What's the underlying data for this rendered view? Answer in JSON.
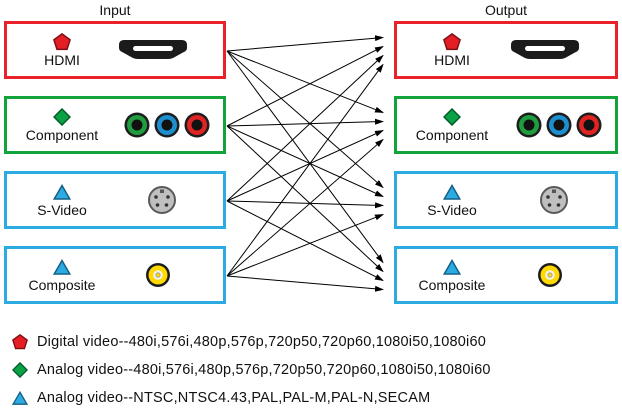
{
  "headers": {
    "input": "Input",
    "output": "Output"
  },
  "ports": [
    {
      "id": "hdmi",
      "label": "HDMI",
      "marker": "pentagon-icon",
      "border_color": "#e8212a"
    },
    {
      "id": "component",
      "label": "Component",
      "marker": "diamond-icon",
      "border_color": "#12a33b"
    },
    {
      "id": "svideo",
      "label": "S-Video",
      "marker": "triangle-icon",
      "border_color": "#2babe2"
    },
    {
      "id": "composite",
      "label": "Composite",
      "marker": "triangle-icon",
      "border_color": "#2babe2"
    }
  ],
  "diagram": {
    "inputs": 4,
    "outputs": 4,
    "connection": "every input routes to every output"
  },
  "legend": [
    {
      "marker": "pentagon-icon",
      "color": "#e31e24",
      "text": "Digital video--480i,576i,480p,576p,720p50,720p60,1080i50,1080i60"
    },
    {
      "marker": "diamond-icon",
      "color": "#0aa147",
      "text": "Analog video--480i,576i,480p,576p,720p50,720p60,1080i50,1080i60"
    },
    {
      "marker": "triangle-icon",
      "color": "#2babe2",
      "text": "Analog video--NTSC,NTSC4.43,PAL,PAL-M,PAL-N,SECAM"
    }
  ],
  "colors": {
    "hdmi_border": "#e8212a",
    "component_border": "#12a33b",
    "video_border": "#2babe2",
    "pentagon": "#e31e24",
    "diamond": "#0aa147",
    "triangle": "#2babe2",
    "rca_green": "#1f9d3f",
    "rca_blue": "#1d8fd1",
    "rca_red": "#e02424",
    "rca_yellow": "#ffd900"
  }
}
